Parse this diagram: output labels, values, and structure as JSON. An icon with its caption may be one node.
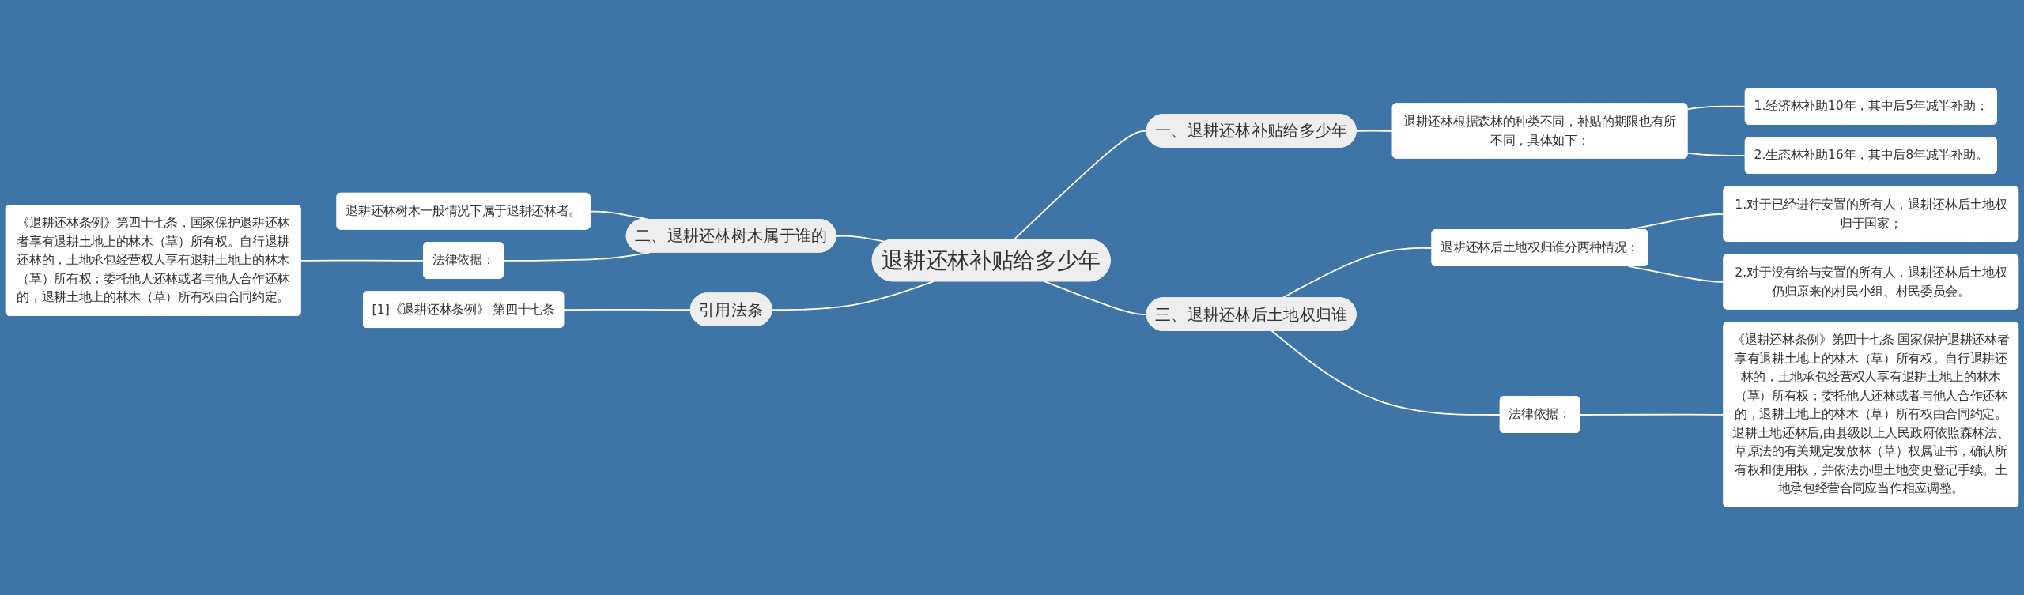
{
  "diagram": {
    "nodes": [
      {
        "text": [
          "退耕还林补贴给多少年"
        ]
      },
      {
        "text": [
          "一、退耕还林补贴给多少年"
        ]
      },
      {
        "text": [
          "退耕还林根据森林的种类不同，补贴的期限也有所不同，具体如下："
        ]
      },
      {
        "text": [
          "1.经济林补助10年，其中后5年减半补助；"
        ]
      },
      {
        "text": [
          "2.生态林补助16年，其中后8年减半补助。"
        ]
      },
      {
        "text": [
          "三、退耕还林后土地权归谁"
        ]
      },
      {
        "text": [
          "退耕还林后土地权归谁分两种情况："
        ]
      },
      {
        "text": [
          "1.对于已经进行安置的所有人，退耕还林后土地权归于国家；"
        ]
      },
      {
        "text": [
          "2.对于没有给与安置的所有人，退耕还林后土地权仍归原来的村民小组、村民委员会。"
        ]
      },
      {
        "text": [
          "法律依据："
        ]
      },
      {
        "text": [
          "《退耕还林条例》第四十七条 国家保护退耕还林者享有退耕土地上的林木（草）所有权。自行退耕还林的，土地承包经营权人享有退耕土地上的林木（草）所有权；委托他人还林或者与他人合作还林的，退耕土地上的林木（草）所有权由合同约定。退耕土地还林后,由县级以上人民政府依照森林法、草原法的有关规定发放林（草）权属证书，确认所有权和使用权，并依法办理土地变更登记手续。土地承包经营合同应当作相应调整。"
        ]
      },
      {
        "text": [
          "二、退耕还林树木属于谁的"
        ]
      },
      {
        "text": [
          "退耕还林树木一般情况下属于退耕还林者。"
        ]
      },
      {
        "text": [
          "法律依据："
        ]
      },
      {
        "text": [
          "《退耕还林条例》第四十七条，国家保护退耕还林者享有退耕土地上的林木（草）所有权。自行退耕还林的，土地承包经营权人享有退耕土地上的林木（草）所有权；委托他人还林或者与他人合作还林的，退耕土地上的林木（草）所有权由合同约定。"
        ]
      },
      {
        "text": [
          "引用法条"
        ]
      },
      {
        "text": [
          "[1]《退耕还林条例》 第四十七条"
        ]
      }
    ],
    "edges": [
      {
        "from": 0,
        "to": 1,
        "arrow": "none"
      },
      {
        "from": 1,
        "to": 2,
        "arrow": "none"
      },
      {
        "from": 2,
        "to": 3,
        "arrow": "none"
      },
      {
        "from": 2,
        "to": 4,
        "arrow": "none"
      },
      {
        "from": 0,
        "to": 5,
        "arrow": "none"
      },
      {
        "from": 5,
        "to": 6,
        "arrow": "none"
      },
      {
        "from": 6,
        "to": 7,
        "arrow": "none"
      },
      {
        "from": 6,
        "to": 8,
        "arrow": "none"
      },
      {
        "from": 5,
        "to": 9,
        "arrow": "none"
      },
      {
        "from": 9,
        "to": 10,
        "arrow": "none"
      },
      {
        "from": 0,
        "to": 11,
        "arrow": "none"
      },
      {
        "from": 11,
        "to": 12,
        "arrow": "none"
      },
      {
        "from": 11,
        "to": 13,
        "arrow": "none"
      },
      {
        "from": 13,
        "to": 14,
        "arrow": "none"
      },
      {
        "from": 0,
        "to": 15,
        "arrow": "none"
      },
      {
        "from": 15,
        "to": 16,
        "arrow": "none"
      }
    ]
  }
}
